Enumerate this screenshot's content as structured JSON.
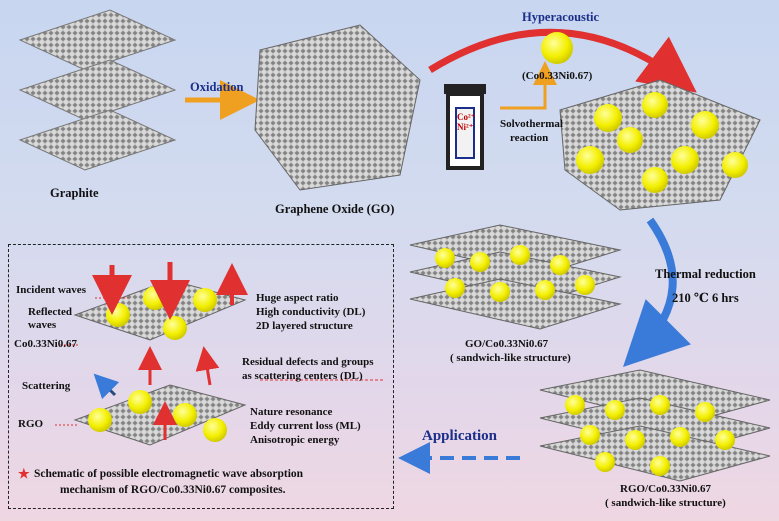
{
  "labels": {
    "graphite": "Graphite",
    "oxidation": "Oxidation",
    "graphene_oxide": "Graphene  Oxide (GO)",
    "hyperacoustic": "Hyperacoustic",
    "co_ni": "(Co0.33Ni0.67)",
    "vessel": "Co²⁺ Ni²⁺",
    "solvothermal": "Solvothermal",
    "reaction": "reaction",
    "thermal_reduction": "Thermal reduction",
    "thermal_cond": "210 ℃ 6 hrs",
    "go_comp": "GO/Co0.33Ni0.67",
    "go_comp_sub": "( sandwich-like structure)",
    "rgo_comp": "RGO/Co0.33Ni0.67",
    "rgo_comp_sub": "( sandwich-like structure)",
    "application": "Application"
  },
  "schematic": {
    "incident": "Incident waves",
    "reflected1": "Reflected",
    "reflected2": "waves",
    "co_ni_lbl": "Co0.33Ni0.67",
    "scattering": "Scattering",
    "rgo": "RGO",
    "p1": "Huge aspect ratio",
    "p2": "High conductivity   (DL)",
    "p3": "2D layered structure",
    "p4": "Residual defects and groups",
    "p5": "as scattering centers  (DL)",
    "p6": "Nature resonance",
    "p7": "Eddy current loss   (ML)",
    "p8": "Anisotropic energy",
    "caption1": "Schematic of possible electromagnetic wave absorption",
    "caption2": "mechanism of RGO/Co0.33Ni0.67 composites."
  },
  "colors": {
    "particle": "#f4f000",
    "sheet": "#8a8a8a",
    "arrow_orange": "#f0a020",
    "arrow_red": "#e03030",
    "arrow_blue": "#3a7ad8"
  }
}
